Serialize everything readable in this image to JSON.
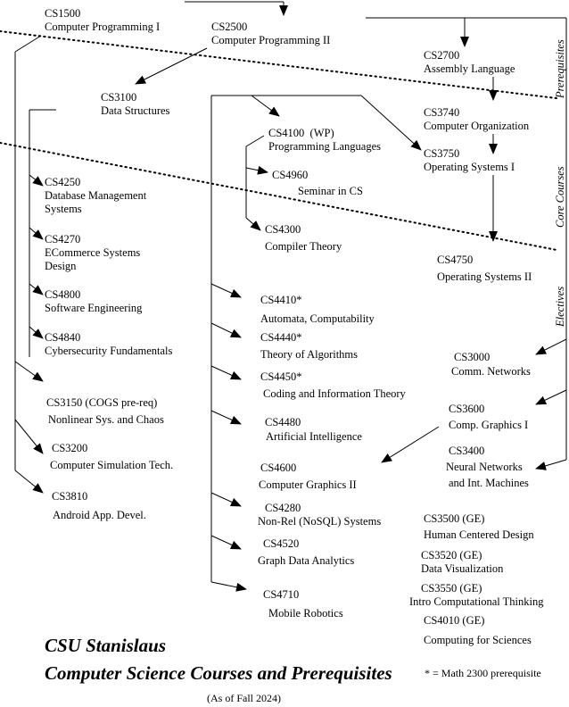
{
  "courses": {
    "cs1500": {
      "code": "CS1500",
      "name": "Computer Programming I"
    },
    "cs2500": {
      "code": "CS2500",
      "name": "Computer Programming II"
    },
    "cs2700": {
      "code": "CS2700",
      "name": "Assembly Language"
    },
    "cs3100": {
      "code": "CS3100",
      "name": "Data Structures"
    },
    "cs3740": {
      "code": "CS3740",
      "name": "Computer Organization"
    },
    "cs4100": {
      "code": "CS4100  (WP)",
      "name": "Programming Languages"
    },
    "cs3750": {
      "code": "CS3750",
      "name": "Operating Systems I"
    },
    "cs4960": {
      "code": "CS4960",
      "name": "Seminar in CS"
    },
    "cs4250": {
      "code": "CS4250",
      "name": "Database Management",
      "name2": "Systems"
    },
    "cs4300": {
      "code": "CS4300",
      "name": "Compiler Theory"
    },
    "cs4270": {
      "code": "CS4270",
      "name": "ECommerce Systems",
      "name2": "Design"
    },
    "cs4750": {
      "code": "CS4750",
      "name": "Operating Systems II"
    },
    "cs4800": {
      "code": "CS4800",
      "name": "Software Engineering"
    },
    "cs4410": {
      "code": "CS4410*",
      "name": "Automata, Computability"
    },
    "cs4840": {
      "code": "CS4840",
      "name": "Cybersecurity Fundamentals"
    },
    "cs4440": {
      "code": "CS4440*",
      "name": "Theory of Algorithms"
    },
    "cs3000": {
      "code": "CS3000",
      "name": "Comm. Networks"
    },
    "cs4450": {
      "code": "CS4450*",
      "name": "Coding and Information Theory"
    },
    "cs3150": {
      "code": "CS3150 (COGS pre-req)",
      "name": "Nonlinear Sys. and Chaos"
    },
    "cs3600": {
      "code": "CS3600",
      "name": "Comp. Graphics I"
    },
    "cs4480": {
      "code": "CS4480",
      "name": "Artificial Intelligence"
    },
    "cs3200": {
      "code": "CS3200",
      "name": "Computer Simulation Tech."
    },
    "cs3400": {
      "code": "CS3400",
      "name": "Neural Networks",
      "name2": "and Int. Machines"
    },
    "cs4600": {
      "code": "CS4600",
      "name": "Computer Graphics II"
    },
    "cs3810": {
      "code": "CS3810",
      "name": "Android App. Devel."
    },
    "cs4280": {
      "code": "CS4280",
      "name": "Non-Rel (NoSQL) Systems"
    },
    "cs3500": {
      "code": "CS3500 (GE)",
      "name": "Human Centered Design"
    },
    "cs4520": {
      "code": "CS4520",
      "name": "Graph Data Analytics"
    },
    "cs3520": {
      "code": "CS3520 (GE)",
      "name": "Data Visualization"
    },
    "cs3550": {
      "code": "CS3550 (GE)",
      "name": "Intro Computational Thinking"
    },
    "cs4710": {
      "code": "CS4710",
      "name": "Mobile Robotics"
    },
    "cs4010": {
      "code": "CS4010 (GE)",
      "name": "Computing for Sciences"
    }
  },
  "bands": {
    "prerequisites": "Prerequisites",
    "core": "Core Courses",
    "electives": "Electives"
  },
  "titles": {
    "line1": "CSU Stanislaus",
    "line2": "Computer Science Courses and Prerequisites",
    "asof": "(As of Fall 2024)",
    "note": "* = Math 2300 prerequisite"
  }
}
